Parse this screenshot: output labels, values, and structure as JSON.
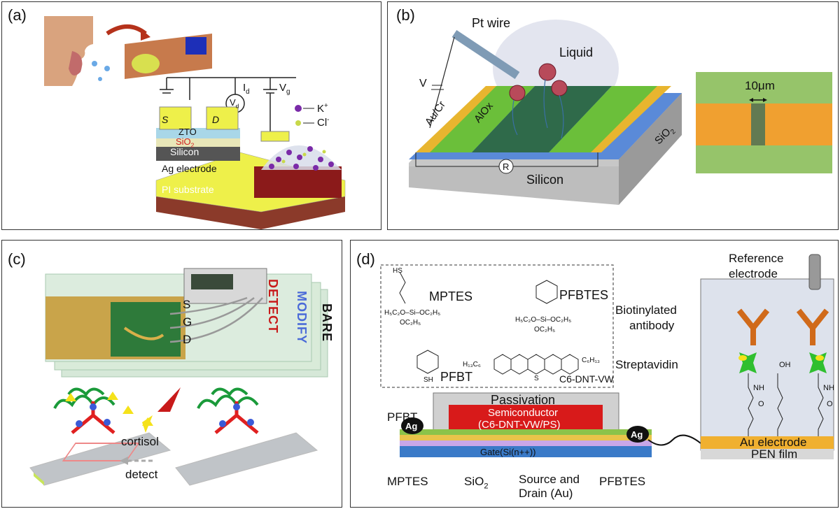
{
  "panel_a": {
    "label": "(a)",
    "source": "S",
    "drain": "D",
    "layer_zto": "ZTO",
    "layer_sio2": "SiO",
    "layer_sio2_sub": "2",
    "layer_silicon": "Silicon",
    "layer_ag": "Ag electrode",
    "layer_pi": "PI substrate",
    "id_label": "I",
    "id_sub": "d",
    "vd_label": "V",
    "vd_sub": "d",
    "vg_label": "V",
    "vg_sub": "g",
    "legend_k": "K",
    "legend_k_sup": "+",
    "legend_cl": "Cl",
    "legend_cl_sup": "-"
  },
  "panel_b": {
    "label": "(b)",
    "pt_wire": "Pt wire",
    "liquid": "Liquid",
    "v_label": "V",
    "au_cr": "Au/Cr",
    "alox": "AlOx",
    "sio2": "SiO",
    "sio2_sub": "2",
    "r_label": "R",
    "silicon": "Silicon",
    "scale": "10μm"
  },
  "panel_c": {
    "label": "(c)",
    "s": "S",
    "g": "G",
    "d": "D",
    "detect": "DETECT",
    "modify": "MODIFY",
    "bare": "BARE",
    "cortisol": "cortisol",
    "detect_arrow": "detect"
  },
  "panel_d": {
    "label": "(d)",
    "mptes": "MPTES",
    "pfbtes": "PFBTES",
    "pfbt": "PFBT",
    "c6dnt": "C6-DNT-VW",
    "chem_hs": "HS",
    "chem_si1": "H₅C₂O–Si–OC₂H₅",
    "chem_oc": "OC₂H₅",
    "chem_sh": "SH",
    "chem_h13": "H₁₃C₆",
    "chem_c6h13": "C₆H₁₃",
    "chem_s": "S",
    "passivation": "Passivation",
    "semiconductor": "Semiconductor",
    "semiconductor2": "(C6-DNT-VW/PS)",
    "ag1": "Ag",
    "ag2": "Ag",
    "gate": "Gate(Si(n++))",
    "pfbt_bottom": "PFBT",
    "mptes_bottom": "MPTES",
    "sio2_bottom": "SiO",
    "sio2_sub": "2",
    "source_drain": "Source and",
    "source_drain2": "Drain (Au)",
    "pfbtes_bottom": "PFBTES",
    "reference": "Reference",
    "reference2": "electrode",
    "biotin": "Biotinylated",
    "biotin2": "antibody",
    "streptavidin": "Streptavidin",
    "oh": "OH",
    "nh1": "NH",
    "nh2": "NH",
    "o1": "O",
    "o2": "O",
    "au_electrode": "Au electrode",
    "pen_film": "PEN film"
  }
}
